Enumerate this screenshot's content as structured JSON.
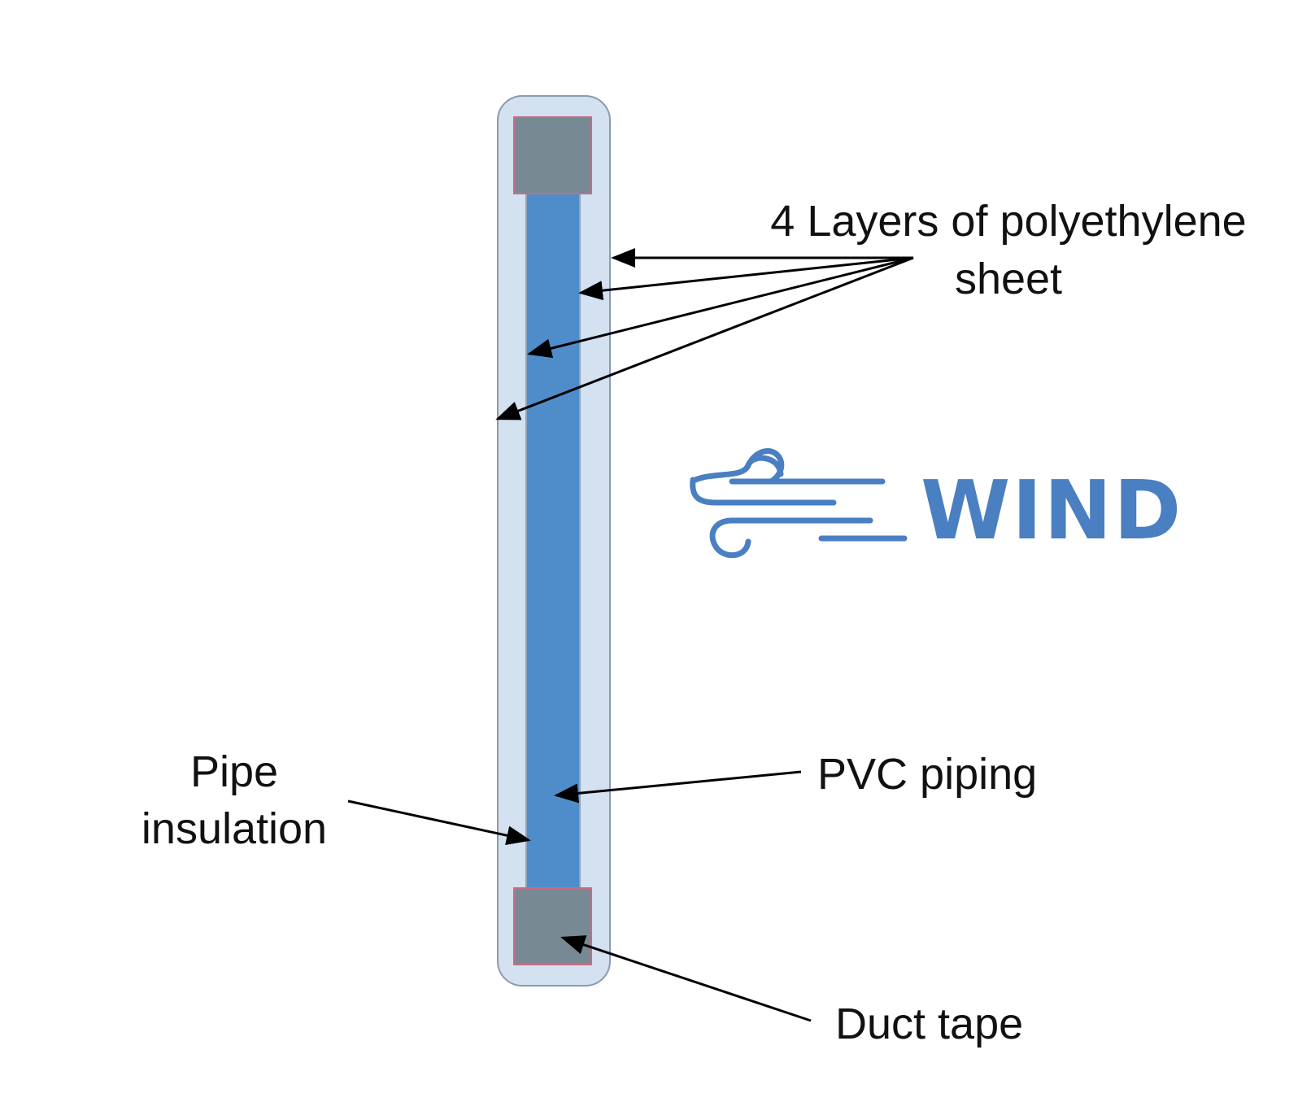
{
  "labels": {
    "polyethylene_line1": "4 Layers of polyethylene",
    "polyethylene_line2": "sheet",
    "pipe_insulation_line1": "Pipe",
    "pipe_insulation_line2": "insulation",
    "pvc_piping": "PVC piping",
    "duct_tape": "Duct tape",
    "wind": "WIND"
  },
  "colors": {
    "outer_sheet": "#d3e1f0",
    "outer_sheet_border": "#8b9bae",
    "pvc_pipe": "#4f8dca",
    "pvc_pipe_border": "#8fa4bb",
    "duct_tape": "#778a93",
    "duct_tape_border": "#c96b86",
    "wind_icon": "#4a7fc1",
    "arrow": "#000000"
  },
  "icons": {
    "wind": "wind-gust-icon"
  }
}
